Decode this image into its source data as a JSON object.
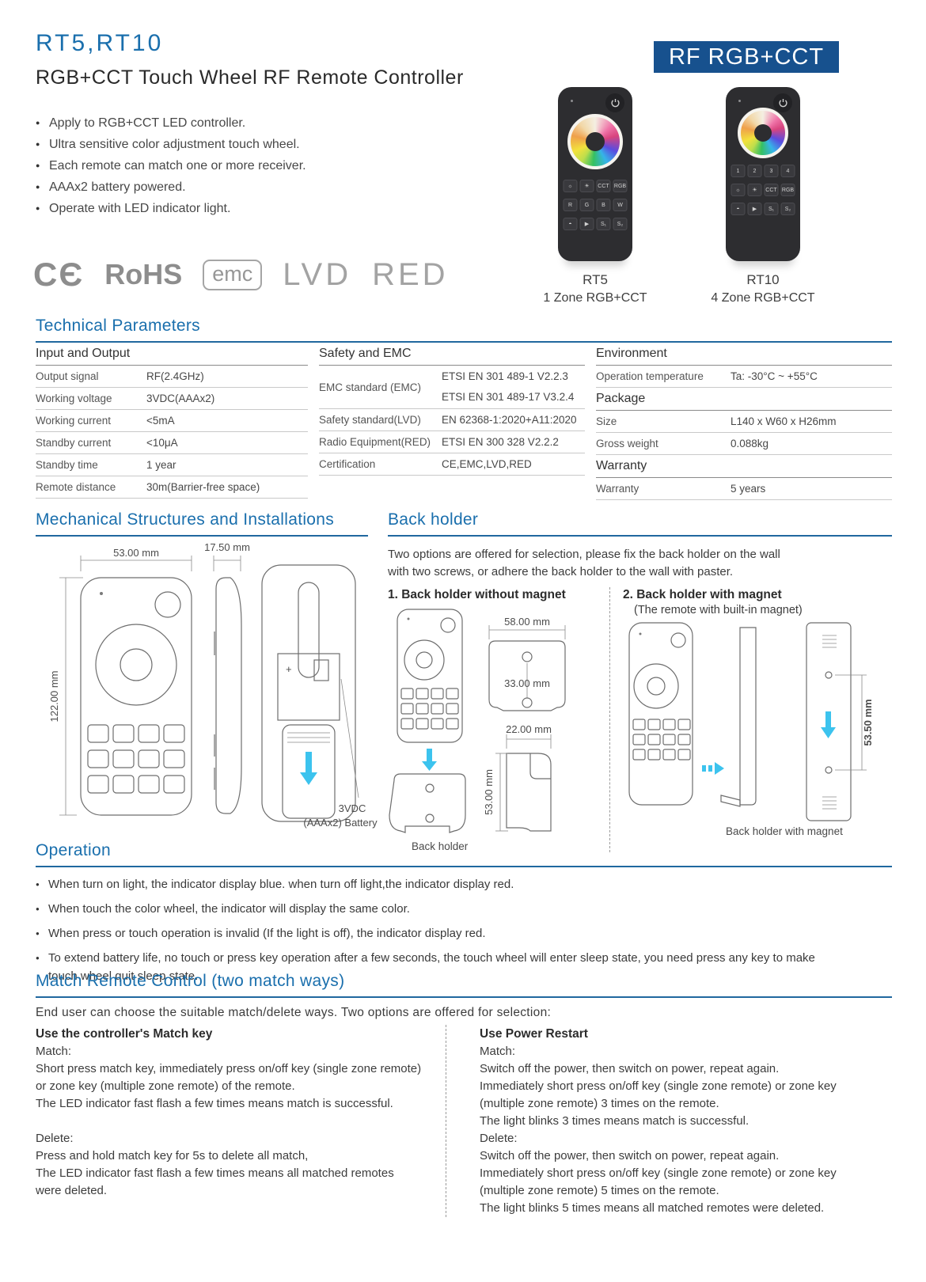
{
  "colors": {
    "accent": "#1a6fad",
    "badge_bg": "#17518e",
    "arrow_cyan": "#3cc3ee"
  },
  "header": {
    "title": "RT5,RT10",
    "subtitle": "RGB+CCT Touch Wheel RF Remote Controller",
    "badge": "RF RGB+CCT",
    "features": [
      "Apply to RGB+CCT LED controller.",
      "Ultra sensitive color adjustment touch wheel.",
      "Each remote can match one or more receiver.",
      "AAAx2 battery powered.",
      "Operate with LED indicator light."
    ],
    "certs": {
      "ce": "CЄ",
      "rohs": "RoHS",
      "emc": "emc",
      "lvd": "LVD",
      "red": "RED"
    }
  },
  "remotes": {
    "rt5": {
      "name": "RT5",
      "caption": "1 Zone RGB+CCT",
      "keys": [
        [
          "☼",
          "☀",
          "CCT",
          "RGB"
        ],
        [
          "R",
          "G",
          "B",
          "W"
        ],
        [
          "◓",
          "▶",
          "S₁",
          "S₂"
        ]
      ]
    },
    "rt10": {
      "name": "RT10",
      "caption": "4 Zone RGB+CCT",
      "keys": [
        [
          "1",
          "2",
          "3",
          "4"
        ],
        [
          "☼",
          "☀",
          "CCT",
          "RGB"
        ],
        [
          "◓",
          "▶",
          "S₁",
          "S₂"
        ]
      ]
    }
  },
  "tech": {
    "heading": "Technical Parameters",
    "io": {
      "title": "Input and Output",
      "rows": [
        {
          "label": "Output signal",
          "value": "RF(2.4GHz)"
        },
        {
          "label": "Working voltage",
          "value": "3VDC(AAAx2)"
        },
        {
          "label": "Working current",
          "value": "<5mA"
        },
        {
          "label": "Standby current",
          "value": "<10μA"
        },
        {
          "label": "Standby time",
          "value": "1 year"
        },
        {
          "label": "Remote distance",
          "value": "30m(Barrier-free space)"
        }
      ]
    },
    "safety": {
      "title": "Safety and EMC",
      "rows": [
        {
          "label": "EMC standard (EMC)",
          "value": "ETSI EN 301 489-1 V2.2.3\nETSI EN 301 489-17 V3.2.4"
        },
        {
          "label": "Safety standard(LVD)",
          "value": "EN 62368-1:2020+A11:2020"
        },
        {
          "label": "Radio Equipment(RED)",
          "value": "ETSI EN 300 328 V2.2.2"
        },
        {
          "label": "Certification",
          "value": "CE,EMC,LVD,RED"
        }
      ]
    },
    "env": {
      "title": "Environment",
      "rows": [
        {
          "label": "Operation temperature",
          "value": "Ta: -30°C ~ +55°C"
        }
      ]
    },
    "pkg": {
      "title": "Package",
      "rows": [
        {
          "label": "Size",
          "value": "L140 x W60 x H26mm"
        },
        {
          "label": "Gross weight",
          "value": "0.088kg"
        }
      ]
    },
    "warranty": {
      "title": "Warranty",
      "rows": [
        {
          "label": "Warranty",
          "value": "5 years"
        }
      ]
    }
  },
  "mech": {
    "heading": "Mechanical Structures and Installations",
    "dims": {
      "width": "53.00 mm",
      "depth": "17.50 mm",
      "height": "122.00 mm",
      "battery1": "3VDC",
      "battery2": "(AAAx2) Battery"
    }
  },
  "back": {
    "heading": "Back holder",
    "intro": "Two options are offered for selection, please fix the back holder on the wall\nwith two screws, or adhere the back holder to the wall with paster.",
    "option1": {
      "title": "1. Back holder without magnet",
      "label": "Back holder",
      "dims": {
        "w": "58.00 mm",
        "h": "33.00 mm",
        "side_w": "22.00 mm",
        "side_h": "53.00 mm"
      }
    },
    "option2": {
      "title": "2. Back holder with magnet",
      "subtitle": "(The remote with built-in magnet)",
      "label": "Back holder with magnet",
      "dims": {
        "h": "53.50 mm"
      }
    }
  },
  "operation": {
    "heading": "Operation",
    "bullets": [
      "When turn on light, the indicator display blue. when turn off light,the indicator display red.",
      "When touch the color wheel, the indicator will display the same color.",
      "When press or touch operation is invalid (If the light is off), the indicator display red.",
      "To extend battery life, no touch or press key operation after a few seconds, the touch wheel will enter sleep state, you need press any key to make touch wheel quit sleep state."
    ]
  },
  "match": {
    "heading": "Match Remote Control (two match ways)",
    "intro": "End user can choose the suitable match/delete ways. Two options are offered for selection:",
    "left": {
      "title": "Use the controller's Match key",
      "match_label": "Match:",
      "match_text": "Short press match key, immediately press on/off key (single zone remote)\nor zone key (multiple zone remote) of the remote.\nThe LED indicator fast flash a few times means match is successful.",
      "delete_label": "Delete:",
      "delete_text": "Press and hold match key for 5s to delete all match,\nThe LED indicator fast flash a few times means all matched remotes\nwere deleted."
    },
    "right": {
      "title": "Use Power Restart",
      "match_label": "Match:",
      "match_text": "Switch off the power, then switch on power, repeat again.\nImmediately short press on/off key (single zone remote) or zone key\n(multiple zone remote) 3 times on the remote.\nThe light blinks 3 times means match is successful.",
      "delete_label": "Delete:",
      "delete_text": "Switch off the power, then switch on power, repeat again.\nImmediately short press on/off key (single zone remote) or zone key\n(multiple zone remote) 5 times on the remote.\nThe light blinks 5 times means all matched remotes were deleted."
    }
  }
}
